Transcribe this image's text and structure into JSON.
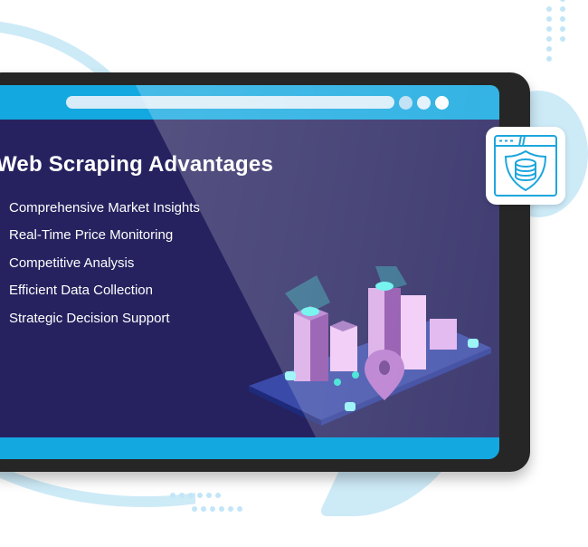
{
  "slide": {
    "title": "Web Scraping Advantages",
    "items": [
      {
        "label": "Comprehensive Market Insights"
      },
      {
        "label": "Real-Time Price Monitoring"
      },
      {
        "label": "Competitive Analysis"
      },
      {
        "label": "Efficient Data Collection"
      },
      {
        "label": "Strategic Decision Support"
      }
    ],
    "bullet": "•"
  },
  "icons": {
    "badge": "database-shield-browser-icon",
    "illustration": "isometric-city-location-pin-on-phone"
  },
  "colors": {
    "screen_bg": "#26225f",
    "bar_blue": "#14a8e0",
    "frame": "#262626",
    "accent_light": "#cdeaf7",
    "icon_stroke": "#1da6dd"
  }
}
